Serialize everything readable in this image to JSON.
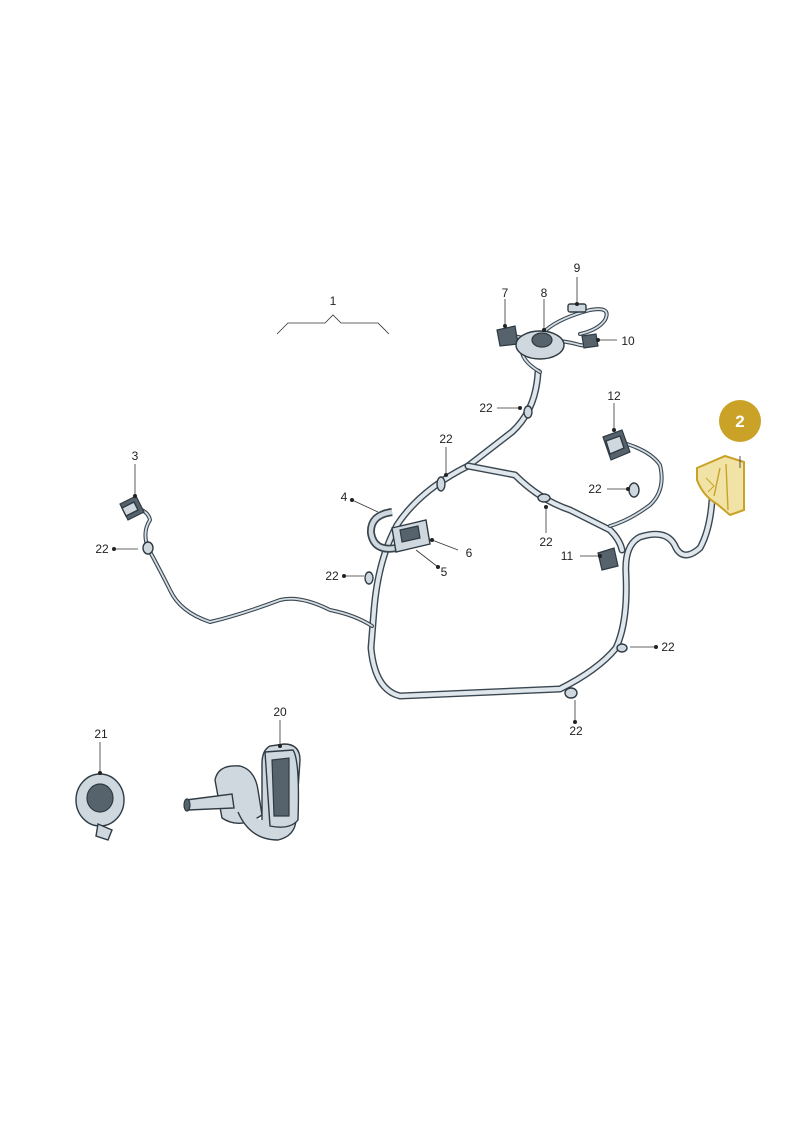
{
  "labels": {
    "l1": "1",
    "l3": "3",
    "l4": "4",
    "l5": "5",
    "l6": "6",
    "l7": "7",
    "l8": "8",
    "l9": "9",
    "l10": "10",
    "l11": "11",
    "l12": "12",
    "l20": "20",
    "l21": "21",
    "l22": "22"
  },
  "highlight": {
    "number": "2",
    "color": "#c9a227"
  }
}
